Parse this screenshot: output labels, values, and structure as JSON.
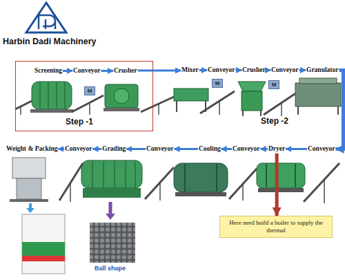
{
  "diagram": {
    "nodes": [
      {
        "text": [
          "Step -1"
        ]
      },
      {
        "text": [
          "Screening"
        ],
        "in": 0
      },
      {
        "text": [
          "Conveyor"
        ],
        "in": 0
      },
      {
        "text": [
          "M"
        ],
        "in": 0
      },
      {
        "text": [
          "Crusher"
        ],
        "in": 0
      },
      {
        "text": [
          "Mixer"
        ]
      },
      {
        "text": [
          "Conveyor"
        ]
      },
      {
        "text": [
          "M"
        ]
      },
      {
        "text": [
          "Crusher"
        ]
      },
      {
        "text": [
          "Conveyor"
        ]
      },
      {
        "text": [
          "M"
        ]
      },
      {
        "text": [
          "Granulator"
        ]
      },
      {
        "text": [
          "Weight & Packing"
        ]
      },
      {
        "text": [
          "Conveyor"
        ]
      },
      {
        "text": [
          "Grading"
        ]
      },
      {
        "text": [
          "Conveyor"
        ]
      },
      {
        "text": [
          "Cooling"
        ]
      },
      {
        "text": [
          "Conveyor"
        ]
      },
      {
        "text": [
          "Dryer"
        ]
      },
      {
        "text": [
          "Conveyor"
        ]
      },
      {
        "text": [
          "Here need build a boiler to supply the thermal"
        ]
      }
    ],
    "edges": [
      {
        "from": 1,
        "to": 2,
        "arrow": "to"
      },
      {
        "from": 2,
        "to": 4,
        "arrow": "to"
      },
      {
        "from": 4,
        "to": 5,
        "arrow": "to"
      },
      {
        "from": 5,
        "to": 6,
        "arrow": "to"
      },
      {
        "from": 6,
        "to": 8,
        "arrow": "to"
      },
      {
        "from": 8,
        "to": 9,
        "arrow": "to"
      },
      {
        "from": 9,
        "to": 11,
        "arrow": "to"
      },
      {
        "from": 11,
        "to": 19,
        "arrow": "to"
      },
      {
        "from": 19,
        "to": 18,
        "arrow": "to"
      },
      {
        "from": 18,
        "to": 17,
        "arrow": "to"
      },
      {
        "from": 17,
        "to": 16,
        "arrow": "to"
      },
      {
        "from": 16,
        "to": 15,
        "arrow": "to"
      },
      {
        "from": 15,
        "to": 14,
        "arrow": "to"
      },
      {
        "from": 14,
        "to": 13,
        "arrow": "to"
      },
      {
        "from": 13,
        "to": 12,
        "arrow": "to"
      },
      {
        "from": 18,
        "to": 20,
        "arrow": "to"
      }
    ],
    "labels": [
      "Harbin Dadi Machinery",
      "Step -2",
      "Ball shape"
    ]
  }
}
